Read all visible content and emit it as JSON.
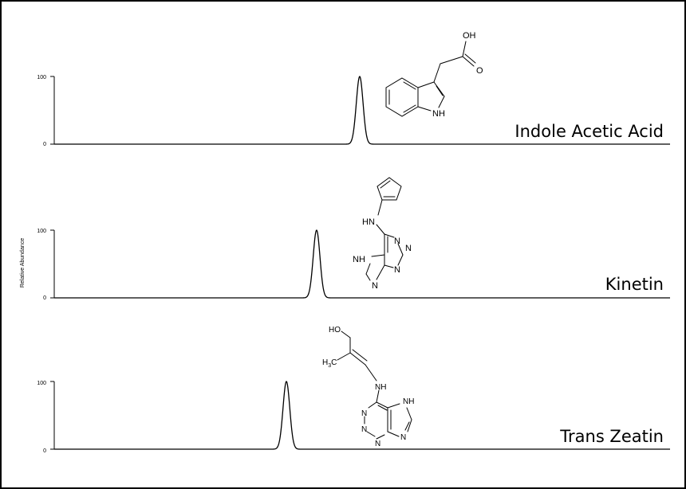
{
  "chart_data": {
    "type": "line",
    "ylabel": "Relative Abundance",
    "panels": [
      {
        "name": "Indole Acetic Acid",
        "y_ticks": [
          "100",
          "0"
        ],
        "ylim": [
          0,
          100
        ],
        "xlim": [
          0,
          100
        ],
        "peak_center": 49.6,
        "peak_height": 100,
        "peak_width": 0.55
      },
      {
        "name": "Kinetin",
        "y_ticks": [
          "100",
          "0"
        ],
        "ylim": [
          0,
          100
        ],
        "xlim": [
          0,
          100
        ],
        "peak_center": 42.6,
        "peak_height": 100,
        "peak_width": 0.55
      },
      {
        "name": "Trans Zeatin",
        "y_ticks": [
          "100",
          "0"
        ],
        "ylim": [
          0,
          100
        ],
        "xlim": [
          0,
          100
        ],
        "peak_center": 37.7,
        "peak_height": 100,
        "peak_width": 0.55
      }
    ]
  },
  "structures": {
    "iaa": {
      "oh": "OH",
      "o": "O",
      "nh": "NH"
    },
    "kinetin": {
      "hn": "HN",
      "nh": "NH",
      "n1": "N",
      "n2": "N",
      "n3": "N",
      "n4": "N"
    },
    "zeatin": {
      "ho": "HO",
      "h3c": "H3C",
      "nh": "NH",
      "nh2": "NH",
      "n1": "N",
      "n2": "N",
      "n3": "N",
      "n4": "N"
    }
  }
}
